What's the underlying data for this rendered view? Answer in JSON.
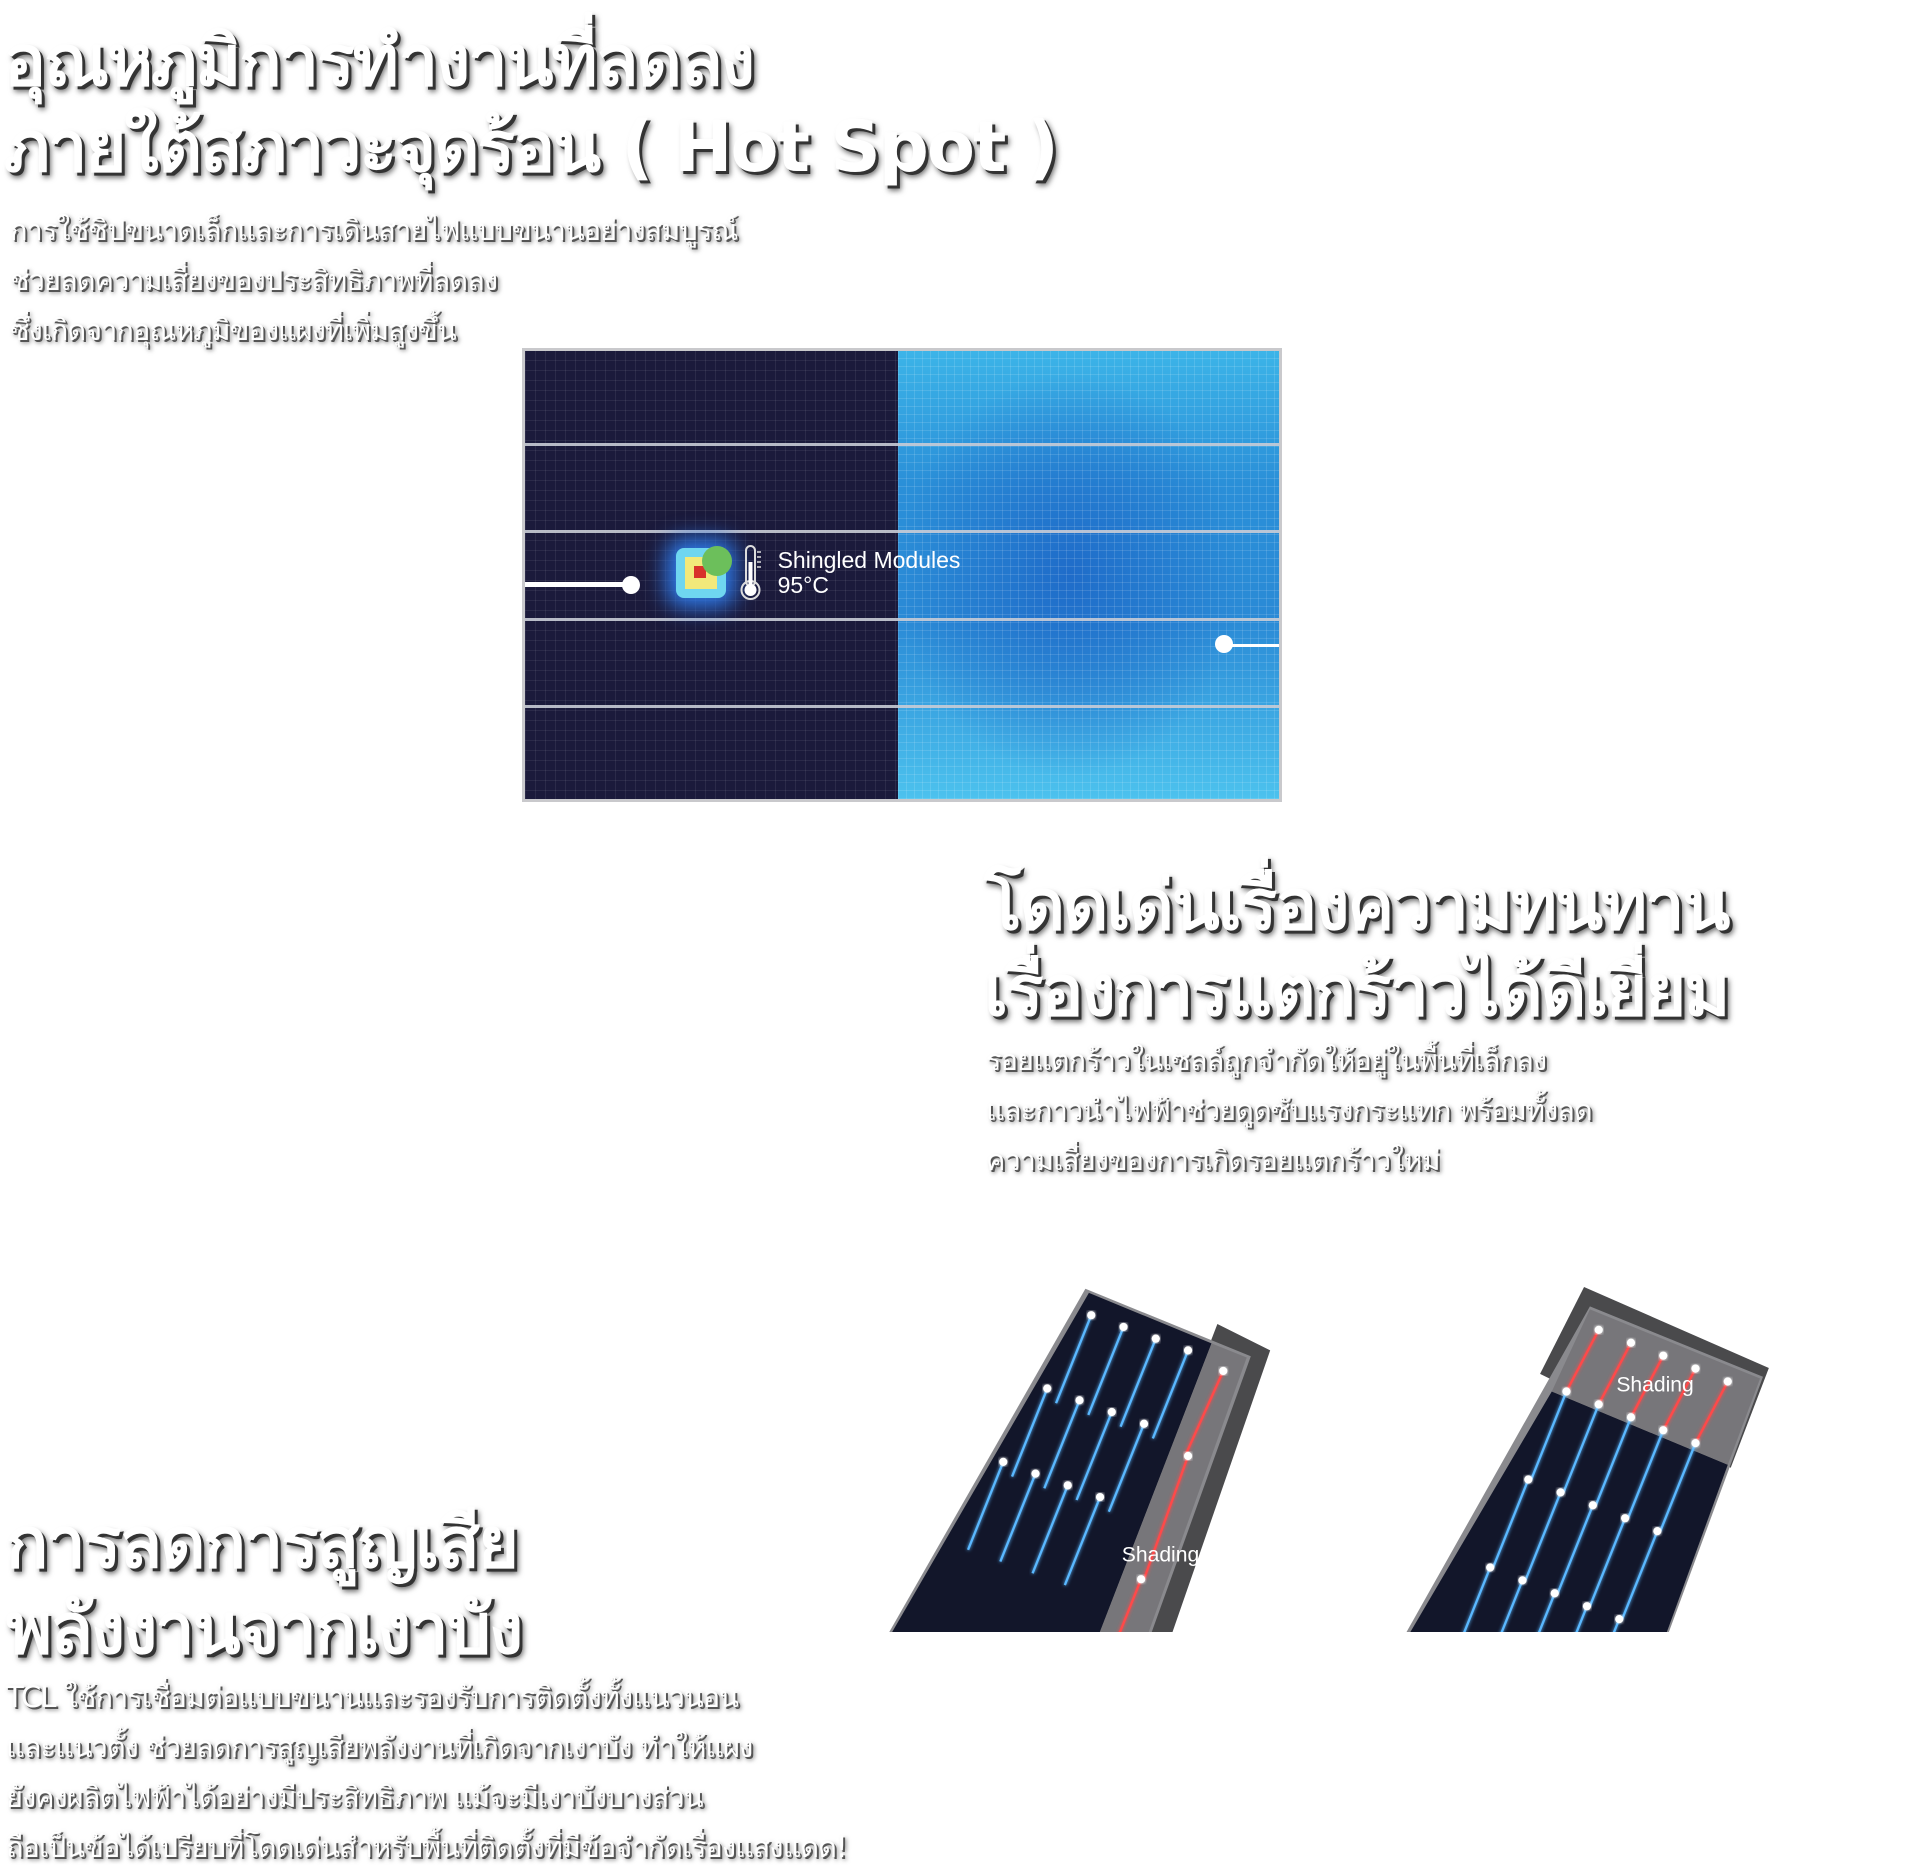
{
  "section1": {
    "title_lines": [
      "อุณหภูมิการทำงานที่ลดลง",
      "ภายใต้สภาวะจุดร้อน ( Hot Spot )"
    ],
    "body_lines": [
      "การใช้ชิปขนาดเล็กและการเดินสายไฟแบบขนานอย่างสมบูรณ์",
      "ช่วยลดความเสี่ยงของประสิทธิภาพที่ลดลง",
      "ซึ่งเกิดจากอุณหภูมิของแผงที่เพิ่มสูงขึ้น"
    ],
    "figure": {
      "label": "Shingled Modules",
      "temperature": "95°C"
    }
  },
  "section2": {
    "title_lines": [
      "โดดเด่นเรื่องความทนทาน",
      "เรื่องการแตกร้าวได้ดีเยี่ยม"
    ],
    "body_lines": [
      "รอยแตกร้าวในเซลล์ถูกจำกัดให้อยู่ในพื้นที่เล็กลง",
      "และกาวนำไฟฟ้าช่วยดูดซับแรงกระแทก พร้อมทั้งลด",
      "ความเสี่ยงของการเกิดรอยแตกร้าวใหม่"
    ]
  },
  "section3": {
    "title_lines": [
      "การลดการสูญเสีย",
      "พลังงานจากเงาบัง"
    ],
    "body_lines": [
      "TCL ใช้การเชื่อมต่อแบบขนานและรองรับการติดตั้งทั้งแนวนอน",
      "และแนวตั้ง ช่วยลดการสูญเสียพลังงานที่เกิดจากเงาบัง ทำให้แผง",
      "ยังคงผลิตไฟฟ้าได้อย่างมีประสิทธิภาพ แม้จะมีเงาบังบางส่วน",
      "ถือเป็นข้อได้เปรียบที่โดดเด่นสำหรับพื้นที่ติดตั้งที่มีข้อจำกัดเรื่องแสงแดด!"
    ],
    "figures": [
      {
        "label": "Shading"
      },
      {
        "label": "Shading"
      }
    ]
  },
  "colors": {
    "panel_dark": "#1b1a3b",
    "cell_glow": "#5ab8ff",
    "shade_glow": "#ff4a4a"
  }
}
